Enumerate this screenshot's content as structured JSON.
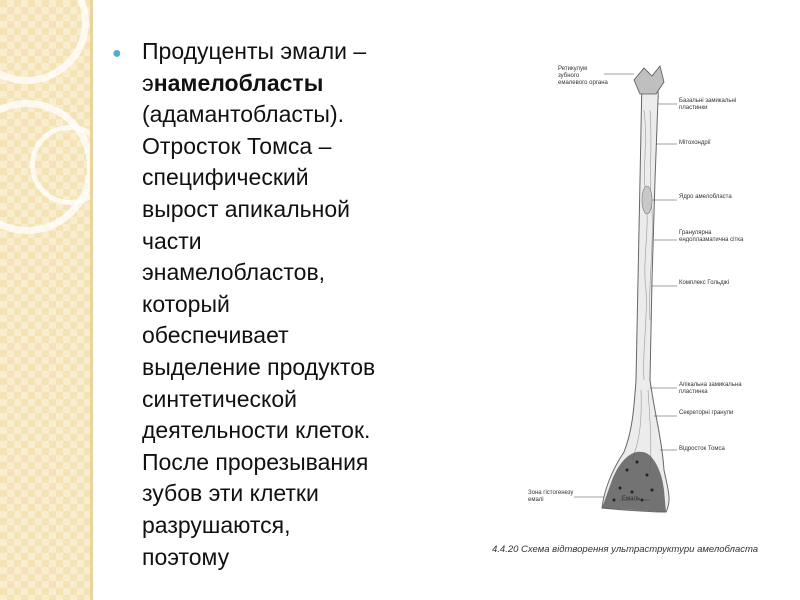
{
  "slide": {
    "text_lines": [
      "Продуценты эмали –",
      "э",
      "намелобласты",
      "(адамантобласты).",
      "Отросток Томса –",
      "специфический",
      "вырост апикальной",
      "части",
      "энамелобластов,",
      "который",
      "обеспечивает",
      "выделение продуктов",
      "синтетической",
      "деятельности клеток.",
      "После прорезывания",
      "зубов эти клетки",
      "разрушаются,",
      "поэтому"
    ]
  },
  "figure": {
    "labels": {
      "top_left": "Ретикулум зубного емалевого органа",
      "basal_membranes": "Базальні замикальні пластинки",
      "mitochondria": "Мітохондрії",
      "nucleus": "Ядро амелобласта",
      "granular_er": "Гранулярна ендоплазматична сітка",
      "golgi": "Комплекс Гольджі",
      "apical_membranes": "Апікальна замикальна пластинка",
      "secretory_granules": "Секреторні гранули",
      "tomes_process": "Відросток Томса",
      "enamel_zone": "Зона гістогенезу емалі",
      "enamel": "Емаль"
    },
    "caption": "4.4.20   Схема відтворення ультраструктури амелобласта"
  }
}
